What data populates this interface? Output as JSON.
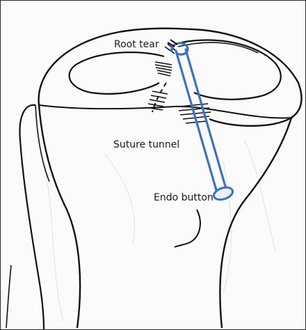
{
  "labels": {
    "root_tear": "Root tear",
    "suture_tunnel": "Suture tunnel",
    "endo_button": "Endo button"
  },
  "colors": {
    "ink": "#111111",
    "tunnel_blue": "#3a72c4",
    "background": "#fbfbfb"
  }
}
